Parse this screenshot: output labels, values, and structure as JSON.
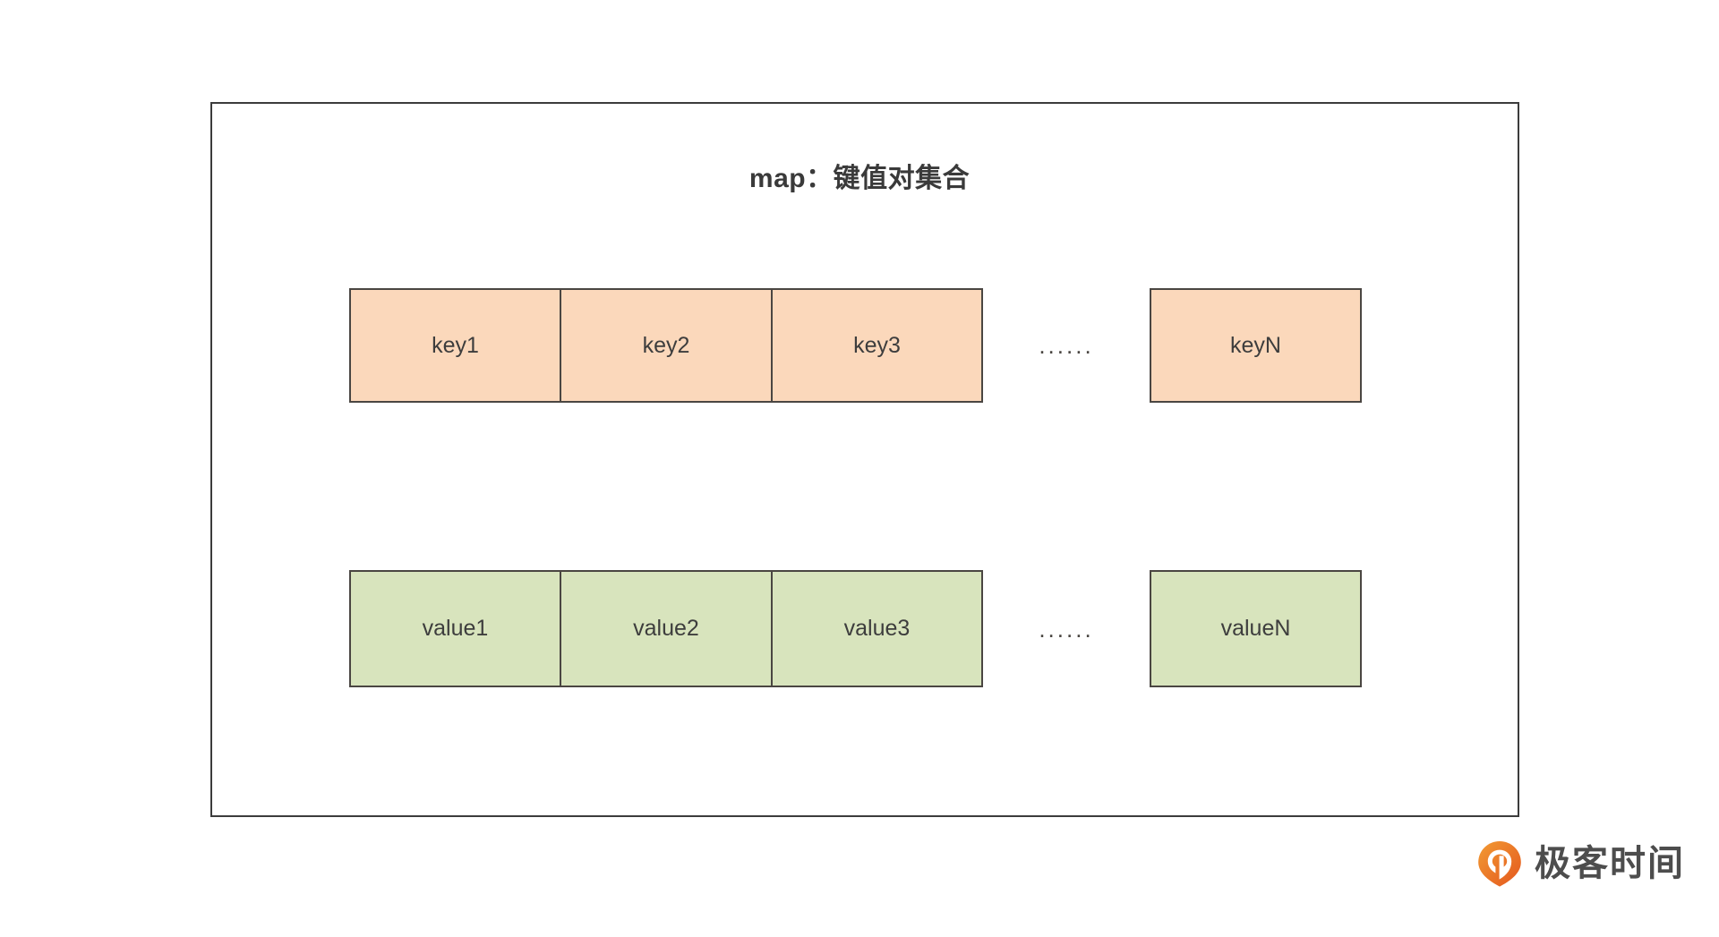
{
  "diagram": {
    "title": "map：键值对集合",
    "frame": {
      "border_color": "#3c3c3c"
    },
    "rows": [
      {
        "id": "key-row",
        "name": "keys",
        "fill_color": "#FBD8BB",
        "border_color": "#4a4642",
        "cells": [
          "key1",
          "key2",
          "key3"
        ],
        "ellipsis": "......",
        "last_cell": "keyN"
      },
      {
        "id": "value-row",
        "name": "values",
        "fill_color": "#D8E4BD",
        "border_color": "#4a4642",
        "cells": [
          "value1",
          "value2",
          "value3"
        ],
        "ellipsis": "......",
        "last_cell": "valueN"
      }
    ]
  },
  "brand": {
    "wordmark": "极客时间",
    "mark_color": "#E8622A",
    "mark_color_light": "#F08B2E",
    "text_color": "#4d4d4d"
  }
}
